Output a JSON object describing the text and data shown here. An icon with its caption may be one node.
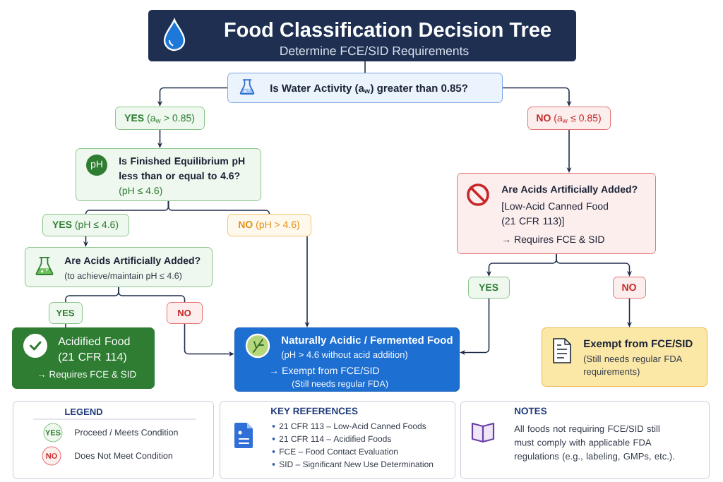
{
  "diagram": {
    "nodes": [
      {
        "text": [
          "Food Classification Decision Tree",
          "Determine FCE/SID Requirements"
        ]
      },
      {
        "text": [
          "Is Water Activity (a$_{w}$) greater than 0.85?"
        ]
      },
      {
        "text": [
          "**YES** (a$_{w}$ > 0.85)"
        ]
      },
      {
        "text": [
          "**NO** (a$_{w}$ ≤ 0.85)"
        ]
      },
      {
        "text": [
          "pH",
          "Is Finished Equilibrium pH less than or equal to 4.6?",
          "(pH ≤ 4.6)"
        ]
      },
      {
        "text": [
          "**YES** (pH ≤ 4.6)"
        ]
      },
      {
        "text": [
          "**NO** (pH > 4.6)"
        ]
      },
      {
        "text": [
          "Are Acids Artificially Added?",
          "(to achieve/maintain pH ≤ 4.6)"
        ]
      },
      {
        "text": [
          "YES"
        ]
      },
      {
        "text": [
          "NO"
        ]
      },
      {
        "text": [
          "Acidified Food (21 CFR 114)",
          "→ Requires FCE & SID"
        ]
      },
      {
        "text": [
          "Naturally Acidic / Fermented Food",
          "(pH > 4.6 without acid addition)",
          "→ Exempt from FCE/SID",
          "(Still needs regular FDA)"
        ]
      },
      {
        "text": [
          "Are Acids Artificially Added?",
          "[Low-Acid Canned Food (21 CFR 113)]",
          "→ Requires FCE & SID"
        ]
      },
      {
        "text": [
          "YES"
        ]
      },
      {
        "text": [
          "NO"
        ]
      },
      {
        "text": [
          "Exempt from FCE/SID",
          "(Still needs regular FDA requirements)"
        ]
      },
      {
        "text": [
          "LEGEND"
        ]
      },
      {
        "text": [
          "KEY REFERENCES",
          "21 CFR 113 – Low-Acid Canned Foods",
          "21 CFR 114 – Acidified Foods",
          "FCE – Food Contact Evaluation",
          "SID – Significant New Use Determination"
        ]
      },
      {
        "text": [
          "NOTES",
          "All foods not requiring FCE/SID still must comply with applicable FDA regulations (e.g., labeling, GMPs, etc.)."
        ]
      }
    ],
    "edges": [
      {
        "from": 0,
        "to": 1,
        "arrow": "none"
      },
      {
        "from": 1,
        "to": 2,
        "arrow": "to"
      },
      {
        "from": 1,
        "to": 3,
        "arrow": "to"
      },
      {
        "from": 2,
        "to": 4,
        "arrow": "to"
      },
      {
        "from": 3,
        "to": 12,
        "arrow": "to"
      },
      {
        "from": 4,
        "to": 5,
        "arrow": "none"
      },
      {
        "from": 4,
        "to": 6,
        "arrow": "none"
      },
      {
        "from": 5,
        "to": 7,
        "arrow": "to"
      },
      {
        "from": 6,
        "to": 11,
        "arrow": "to"
      },
      {
        "from": 7,
        "to": 8,
        "arrow": "none"
      },
      {
        "from": 7,
        "to": 9,
        "arrow": "none"
      },
      {
        "from": 8,
        "to": 10,
        "arrow": "none"
      },
      {
        "from": 9,
        "to": 11,
        "arrow": "to"
      },
      {
        "from": 12,
        "to": 13,
        "arrow": "to"
      },
      {
        "from": 12,
        "to": 14,
        "arrow": "to"
      },
      {
        "from": 13,
        "to": 11,
        "arrow": "to"
      },
      {
        "from": 14,
        "to": 15,
        "arrow": "to"
      }
    ],
    "labels": [
      "YES",
      "NO"
    ],
    "legend": [
      {
        "text": "Proceed / Meets Condition"
      },
      {
        "text": "Does Not Meet Condition"
      }
    ]
  }
}
